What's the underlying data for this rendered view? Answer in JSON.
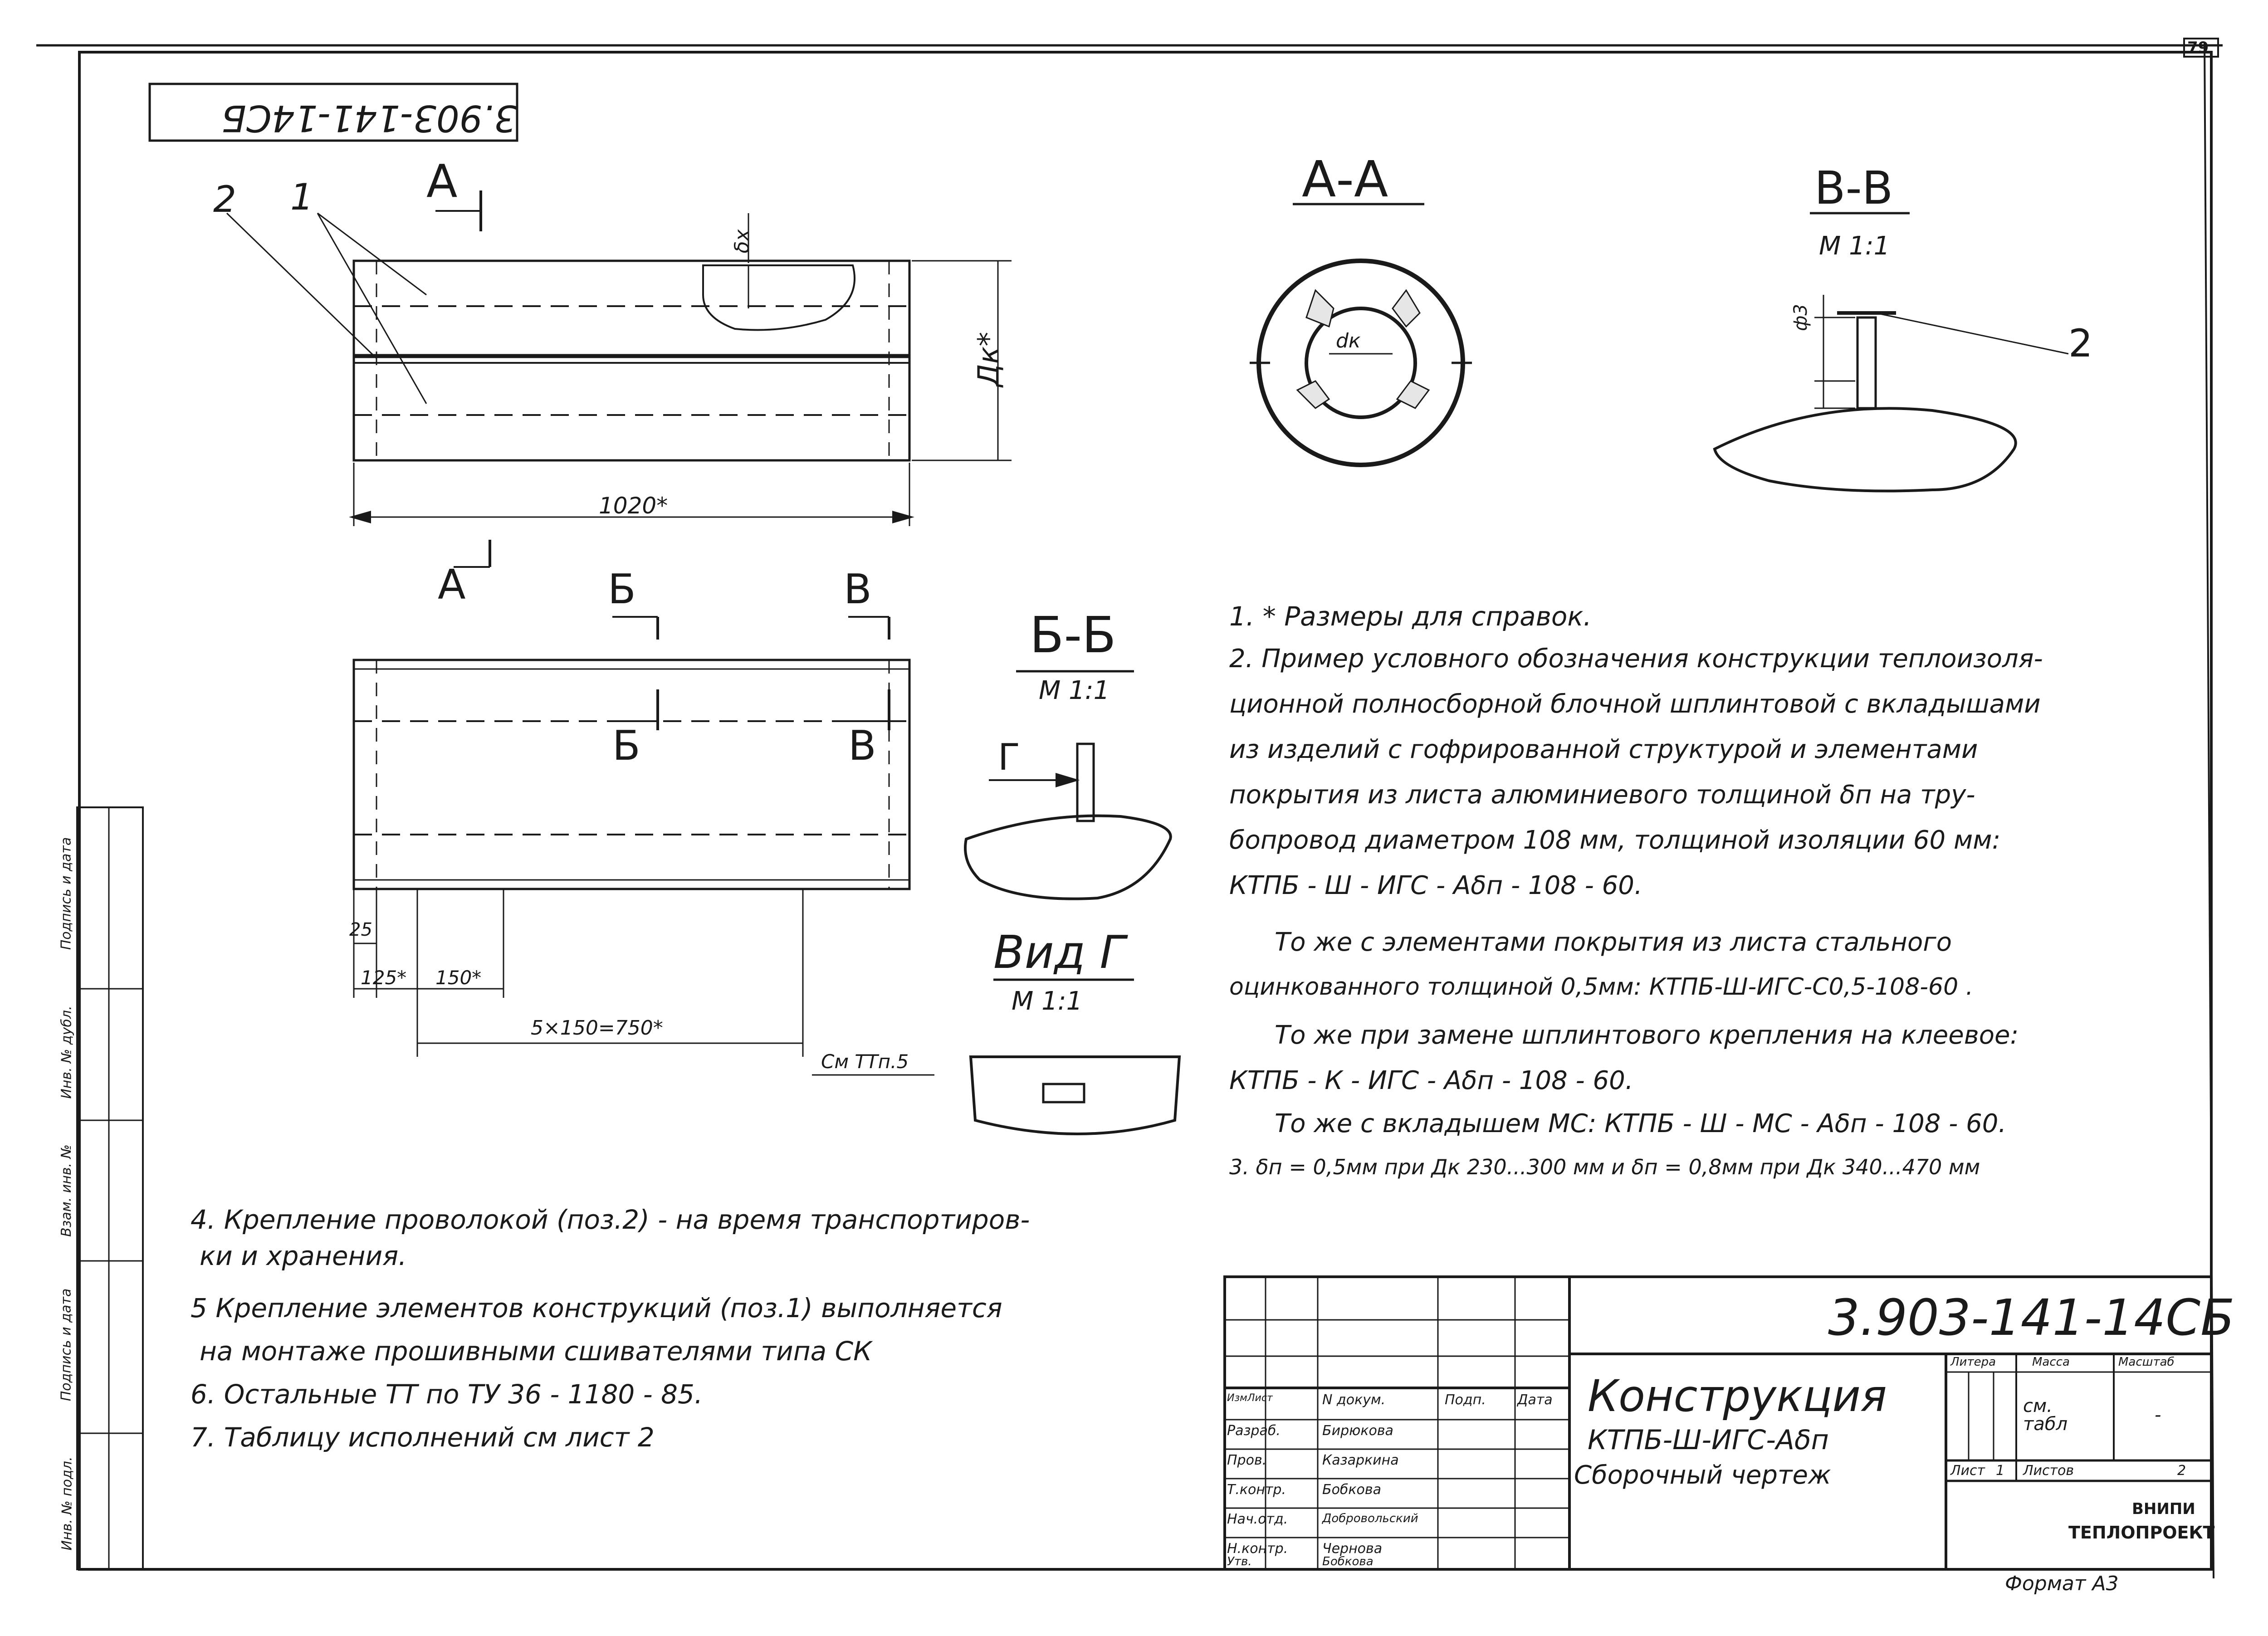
{
  "page_number": "79",
  "doc_code_rotated": "3.903-141-14СБ",
  "views": {
    "section_aa": "А-А",
    "section_bb_label": "Б-Б",
    "section_vv": "В-В",
    "view_g": "Вид Г",
    "scale": "М 1:1",
    "cut_a": "А",
    "cut_b": "Б",
    "cut_v": "В",
    "arrow_g": "Г"
  },
  "dimensions": {
    "length": "1020*",
    "dk": "Дк*",
    "delta_x": "δх",
    "d_k": "dк",
    "d3": "ф3",
    "d25": "25",
    "d125": "125*",
    "d150": "150*",
    "d750": "5×150=750*",
    "see_note": "См ТТп.5"
  },
  "positions": {
    "pos1": "1",
    "pos2": "2"
  },
  "notes_right": [
    "1. * Размеры для справок.",
    "2. Пример условного обозначения конструкции теплоизоля-",
    "ционной полносборной блочной шплинтовой с вкладышами",
    "из изделий с гофрированной структурой и элементами",
    "покрытия из листа алюминиевого толщиной δп на тру-",
    "бопровод диаметром 108 мм, толщиной изоляции 60 мм:",
    "КТПБ - Ш - ИГС - Аδп - 108 - 60.",
    "То же с элементами покрытия из листа стального",
    "оцинкованного толщиной 0,5мм: КТПБ-Ш-ИГС-С0,5-108-60 .",
    "То же при замене шплинтового крепления на клеевое:",
    "КТПБ - К - ИГС - Аδп - 108 - 60.",
    "То же с вкладышем МС: КТПБ - Ш - МС - Аδп - 108 - 60.",
    "3. δп = 0,5мм при Дк 230...300 мм и δп = 0,8мм при Дк 340...470 мм"
  ],
  "notes_left": [
    "4. Крепление проволокой (поз.2) - на время транспортиров-",
    "ки и хранения.",
    "5 Крепление элементов конструкций (поз.1) выполняется",
    "на монтаже прошивными сшивателями типа СК",
    "6. Остальные ТТ по ТУ 36 - 1180 - 85.",
    "7. Таблицу исполнений см лист 2"
  ],
  "side_stamp": [
    "Подпись и дата",
    "Инв. № дубл.",
    "Взам. инв. №",
    "Подпись и дата",
    "Инв. № подл."
  ],
  "title_block": {
    "doc_code": "3.903-141-14СБ",
    "title": "Конструкция",
    "subtitle": "КТПБ-Ш-ИГС-Аδп",
    "doc_type": "Сборочный чертеж",
    "hdr_izm": "Изм",
    "hdr_list": "Лист",
    "hdr_ndoc": "N докум.",
    "hdr_podp": "Подп.",
    "hdr_data": "Дата",
    "roles": [
      "Разраб.",
      "Пров.",
      "Т.контр.",
      "Нач.отд.",
      "Н.контр.",
      "Утв."
    ],
    "names": [
      "Бирюкова",
      "Казаркина",
      "Бобкова",
      "Добровольский",
      "Чернова",
      "Бобкова"
    ],
    "col_litera": "Литера",
    "col_massa": "Масса",
    "col_masshtab": "Масштаб",
    "massa_value": "см. табл",
    "masshtab_value": "-",
    "list_label": "Лист",
    "list_value": "1",
    "listov_label": "Листов",
    "listov_value": "2",
    "org_line1": "ВНИПИ",
    "org_line2": "ТЕПЛОПРОЕКТ"
  },
  "format": "Формат А3"
}
